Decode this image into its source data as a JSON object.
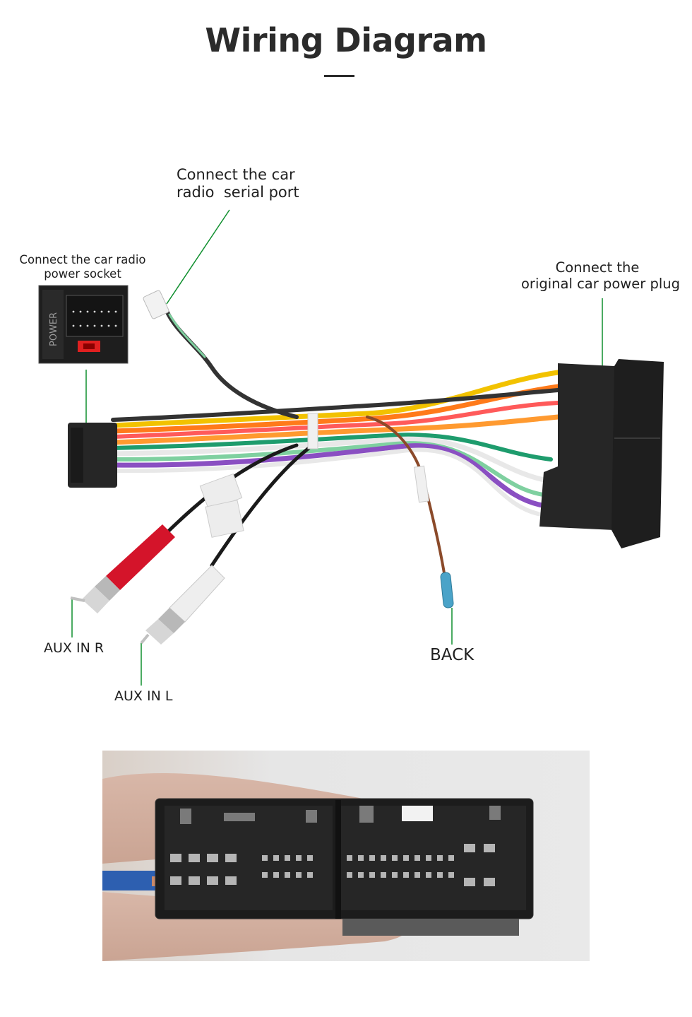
{
  "title": "Wiring Diagram",
  "labels": {
    "serial_port": [
      "Connect the car",
      "radio  serial port"
    ],
    "power_socket": [
      "Connect the car radio",
      "power socket"
    ],
    "original_plug": [
      "Connect the",
      "original car power plug"
    ],
    "aux_in_r": "AUX IN R",
    "aux_in_l": "AUX IN L",
    "back": "BACK"
  },
  "power_socket_text": "POWER",
  "colors": {
    "callout_line": "#0f8f2e",
    "connector": "#262626",
    "rca_red": "#d4142a",
    "rca_white": "#eeeeee",
    "background": "#ffffff"
  },
  "wire_colors": [
    "#f2c200",
    "#ff7a1a",
    "#e8e8e8",
    "#8a4fc2",
    "#1e9c6d",
    "#ff5a5a",
    "#333333",
    "#ff9a30",
    "#3a6fd8",
    "#7fd0a0"
  ]
}
